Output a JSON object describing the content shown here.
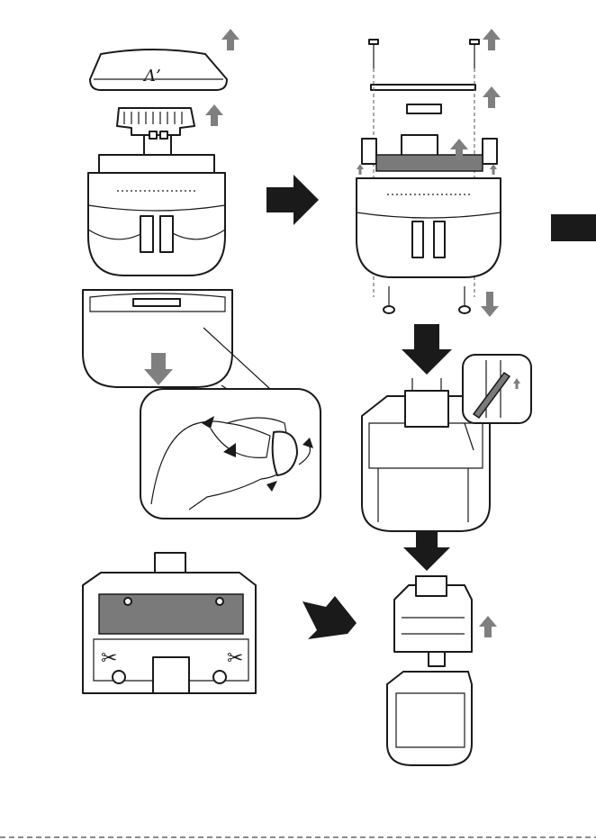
{
  "colors": {
    "outline": "#1a1a1a",
    "lift_arrow": "#7f7f7f",
    "flow_arrow": "#1a1a1a",
    "tab": "#1a1a1a",
    "panel_gray": "#7a7a7a"
  },
  "logo_mark": "Λ’",
  "side_tab": {
    "label": ""
  },
  "steps": [
    {
      "id": "remove-cap",
      "icon": "lift-up-arrow"
    },
    {
      "id": "remove-blade",
      "icon": "lift-up-arrow"
    },
    {
      "id": "remove-bottom-cover",
      "icon": "push-down-arrow"
    },
    {
      "id": "release-screws",
      "icon": "screw"
    },
    {
      "id": "pull-out-inner-unit",
      "icon": "push-down-arrow"
    },
    {
      "id": "separate-battery",
      "icon": "scissors-icon"
    }
  ]
}
